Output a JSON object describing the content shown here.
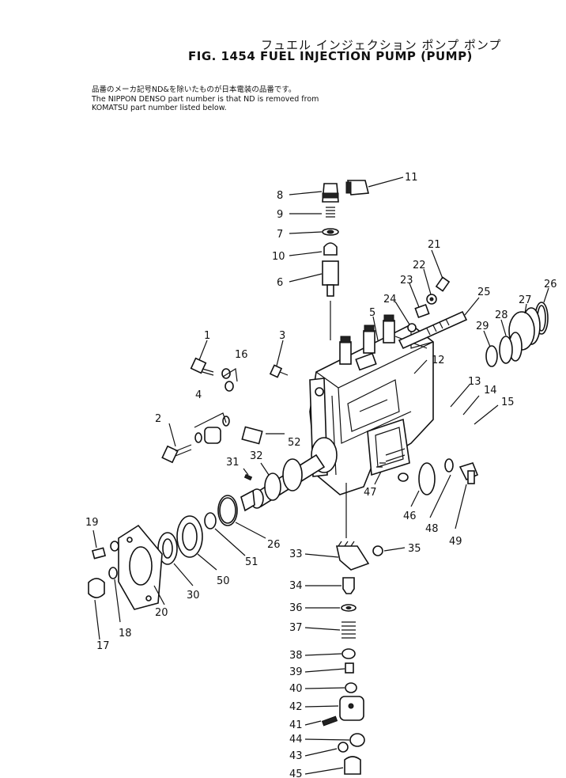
{
  "header": {
    "title_jp": "フュエル インジェクション ポンプ ポンプ",
    "title_en": "FIG. 1454  FUEL INJECTION PUMP (PUMP)",
    "note_jp": "品番のメーカ記号ND&を除いたものが日本電装の品番です。",
    "note_en_line1": "The NIPPON DENSO part number is that ND is removed from",
    "note_en_line2": "KOMATSU part number listed below."
  },
  "callouts": [
    "1",
    "2",
    "3",
    "4",
    "5",
    "6",
    "7",
    "8",
    "9",
    "10",
    "11",
    "12",
    "13",
    "14",
    "15",
    "16",
    "17",
    "18",
    "19",
    "20",
    "21",
    "22",
    "23",
    "24",
    "25",
    "26",
    "26",
    "27",
    "28",
    "29",
    "30",
    "31",
    "32",
    "33",
    "34",
    "35",
    "36",
    "37",
    "38",
    "39",
    "40",
    "41",
    "42",
    "43",
    "44",
    "45",
    "46",
    "47",
    "48",
    "49",
    "50",
    "51",
    "52"
  ]
}
